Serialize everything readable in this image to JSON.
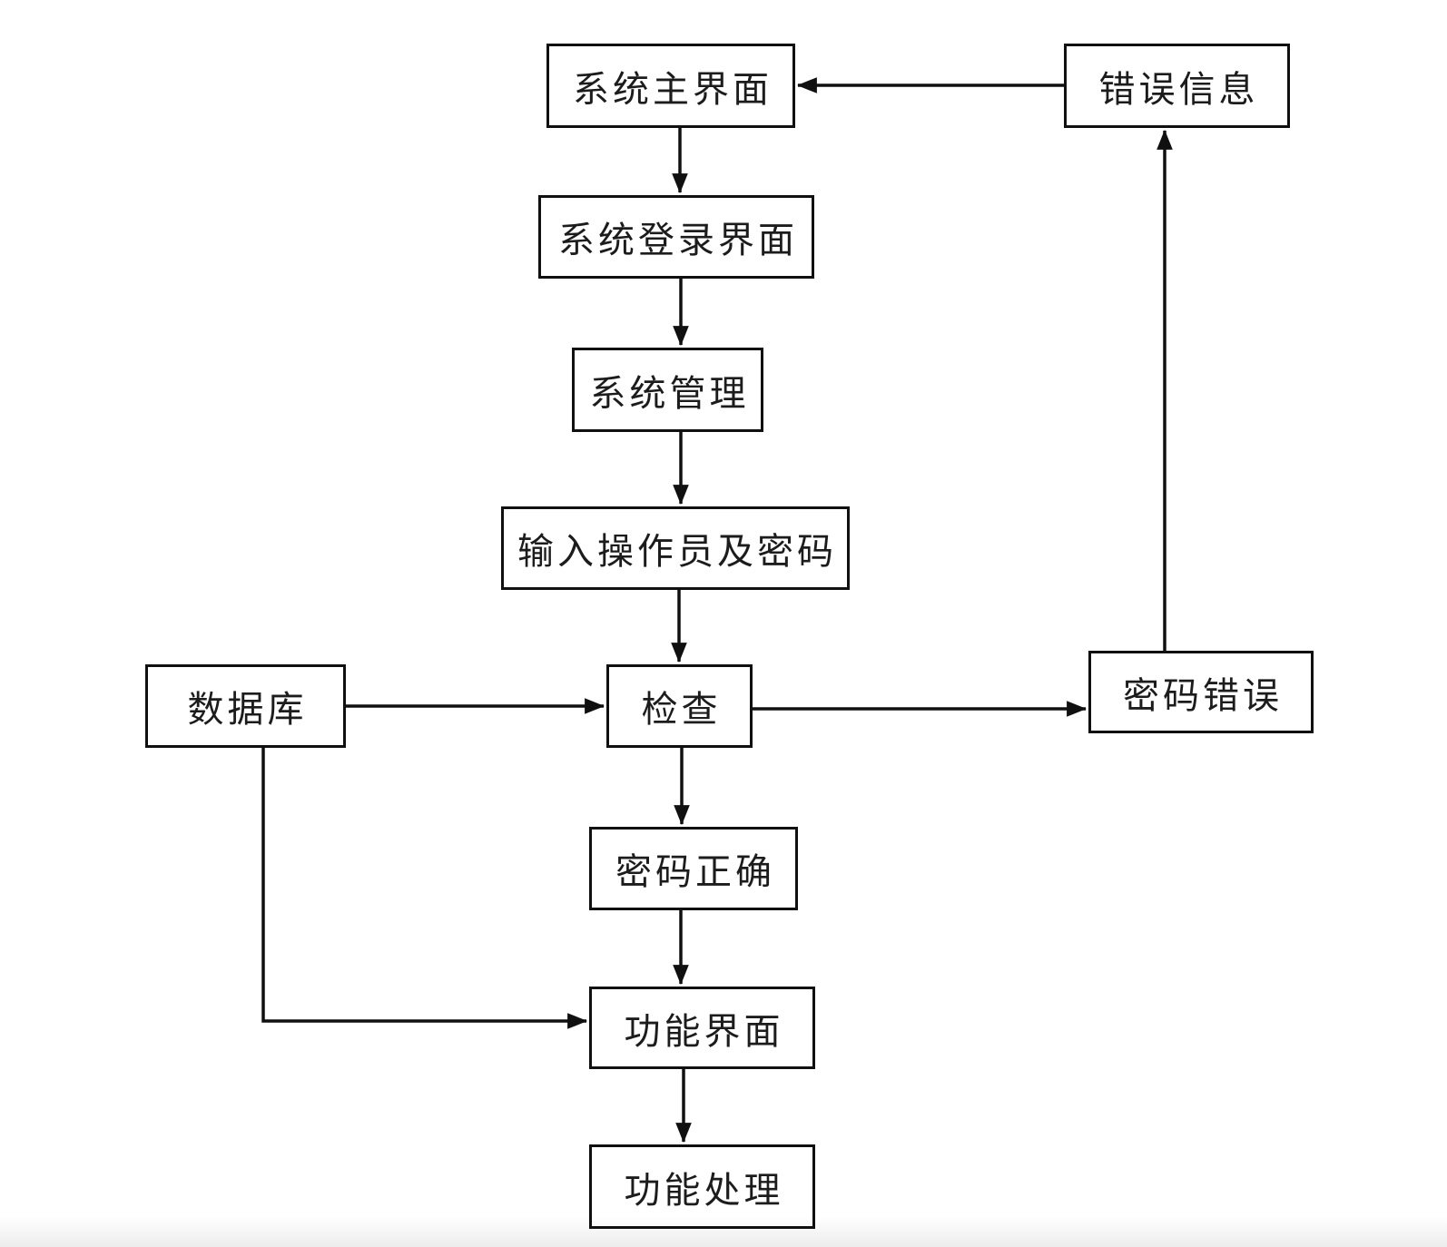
{
  "diagram": {
    "type": "flowchart",
    "colors": {
      "stroke": "#101010",
      "text": "#1c1c1c",
      "background": "#ffffff"
    },
    "nodes": {
      "system_main": {
        "label": "系统主界面"
      },
      "error_info": {
        "label": "错误信息"
      },
      "login": {
        "label": "系统登录界面"
      },
      "system_mgmt": {
        "label": "系统管理"
      },
      "input_credentials": {
        "label": "输入操作员及密码"
      },
      "database": {
        "label": "数据库"
      },
      "check": {
        "label": "检查"
      },
      "password_error": {
        "label": "密码错误"
      },
      "password_correct": {
        "label": "密码正确"
      },
      "function_ui": {
        "label": "功能界面"
      },
      "function_process": {
        "label": "功能处理"
      }
    },
    "edges": [
      {
        "from": "system_main",
        "to": "login"
      },
      {
        "from": "login",
        "to": "system_mgmt"
      },
      {
        "from": "system_mgmt",
        "to": "input_credentials"
      },
      {
        "from": "input_credentials",
        "to": "check"
      },
      {
        "from": "database",
        "to": "check"
      },
      {
        "from": "check",
        "to": "password_error"
      },
      {
        "from": "password_error",
        "to": "error_info"
      },
      {
        "from": "error_info",
        "to": "system_main"
      },
      {
        "from": "check",
        "to": "password_correct"
      },
      {
        "from": "password_correct",
        "to": "function_ui"
      },
      {
        "from": "database",
        "to": "function_ui"
      },
      {
        "from": "function_ui",
        "to": "function_process"
      }
    ]
  }
}
